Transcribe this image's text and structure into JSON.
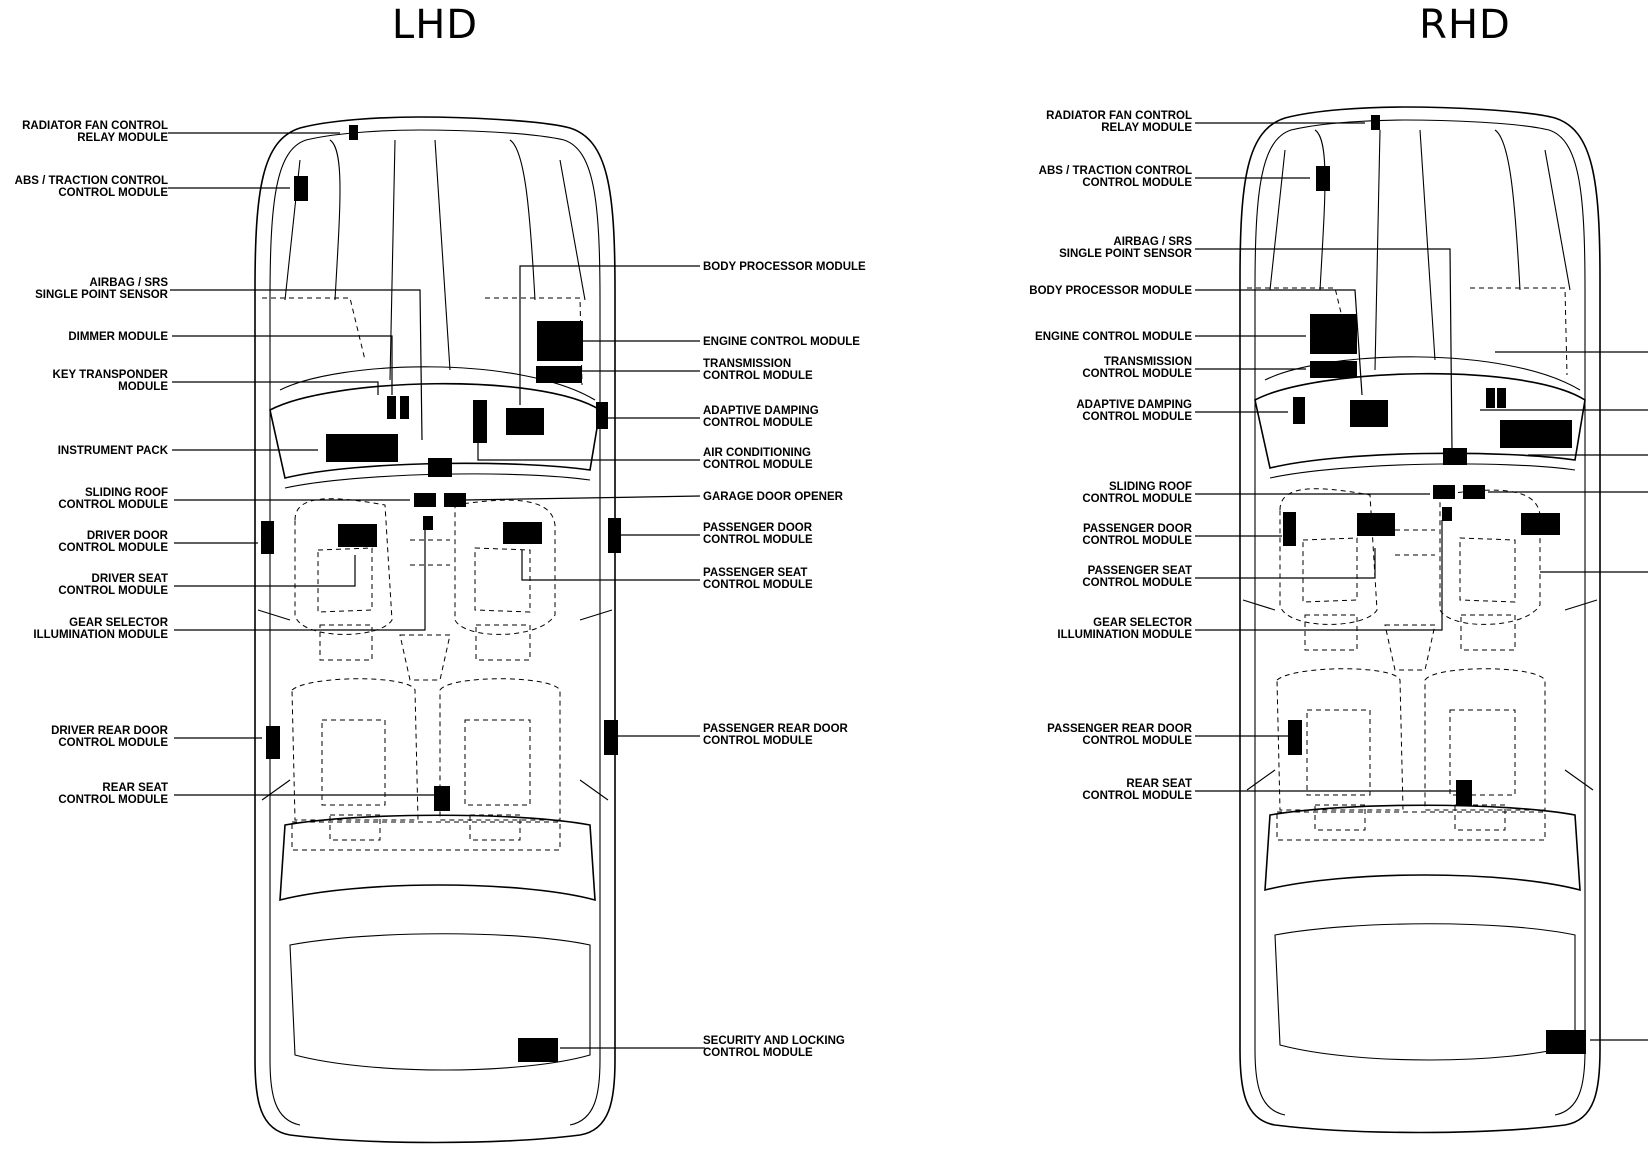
{
  "titles": {
    "lhd": "LHD",
    "rhd": "RHD"
  },
  "lhd": {
    "left": [
      [
        "RADIATOR FAN CONTROL",
        "RELAY MODULE"
      ],
      [
        "ABS / TRACTION CONTROL",
        "CONTROL MODULE"
      ],
      [
        "AIRBAG / SRS",
        "SINGLE POINT SENSOR"
      ],
      [
        "DIMMER MODULE"
      ],
      [
        "KEY TRANSPONDER",
        "MODULE"
      ],
      [
        "INSTRUMENT PACK"
      ],
      [
        "SLIDING ROOF",
        "CONTROL MODULE"
      ],
      [
        "DRIVER DOOR",
        "CONTROL MODULE"
      ],
      [
        "DRIVER SEAT",
        "CONTROL MODULE"
      ],
      [
        "GEAR SELECTOR",
        "ILLUMINATION MODULE"
      ],
      [
        "DRIVER REAR DOOR",
        "CONTROL MODULE"
      ],
      [
        "REAR SEAT",
        "CONTROL MODULE"
      ]
    ],
    "right": [
      [
        "BODY PROCESSOR MODULE"
      ],
      [
        "ENGINE CONTROL MODULE"
      ],
      [
        "TRANSMISSION",
        "CONTROL MODULE"
      ],
      [
        "ADAPTIVE DAMPING",
        "CONTROL MODULE"
      ],
      [
        "AIR CONDITIONING",
        "CONTROL MODULE"
      ],
      [
        "GARAGE DOOR OPENER"
      ],
      [
        "PASSENGER DOOR",
        "CONTROL MODULE"
      ],
      [
        "PASSENGER SEAT",
        "CONTROL MODULE"
      ],
      [
        "PASSENGER REAR DOOR",
        "CONTROL MODULE"
      ],
      [
        "SECURITY AND LOCKING",
        "CONTROL MODULE"
      ]
    ]
  },
  "rhd": {
    "left": [
      [
        "RADIATOR FAN CONTROL",
        "RELAY MODULE"
      ],
      [
        "ABS / TRACTION CONTROL",
        "CONTROL MODULE"
      ],
      [
        "AIRBAG / SRS",
        "SINGLE POINT SENSOR"
      ],
      [
        "BODY PROCESSOR MODULE"
      ],
      [
        "ENGINE CONTROL MODULE"
      ],
      [
        "TRANSMISSION",
        "CONTROL MODULE"
      ],
      [
        "ADAPTIVE DAMPING",
        "CONTROL MODULE"
      ],
      [
        "SLIDING ROOF",
        "CONTROL MODULE"
      ],
      [
        "PASSENGER DOOR",
        "CONTROL MODULE"
      ],
      [
        "PASSENGER SEAT",
        "CONTROL MODULE"
      ],
      [
        "GEAR SELECTOR",
        "ILLUMINATION MODULE"
      ],
      [
        "PASSENGER REAR DOOR",
        "CONTROL MODULE"
      ],
      [
        "REAR SEAT",
        "CONTROL MODULE"
      ]
    ]
  }
}
